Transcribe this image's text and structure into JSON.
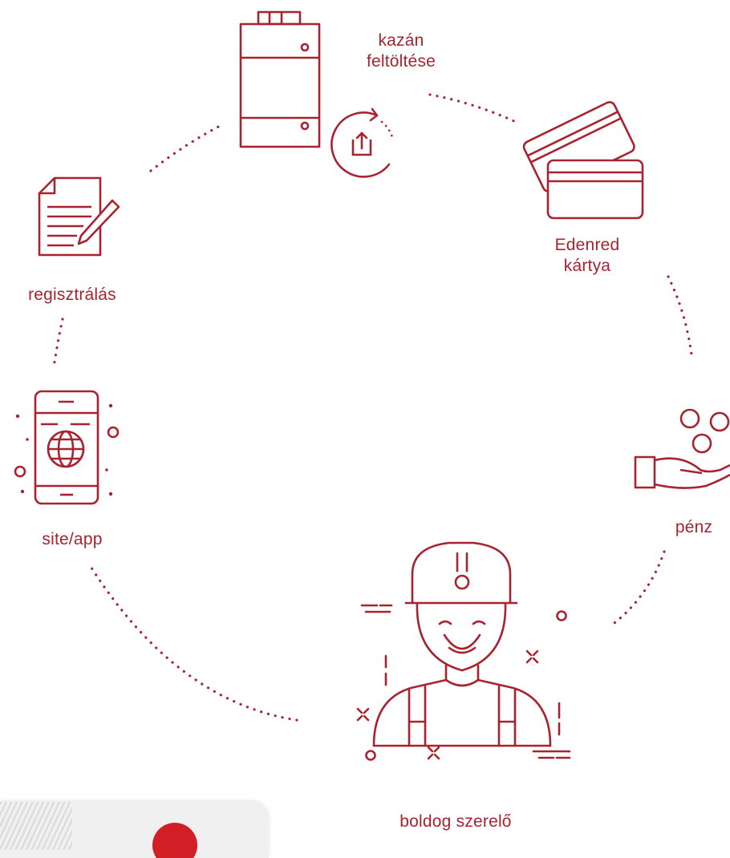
{
  "colors": {
    "accent": "#a8232f",
    "background": "#ffffff"
  },
  "steps": [
    {
      "id": "boiler",
      "label_lines": [
        "kazán",
        "feltöltése"
      ],
      "icon": "boiler-icon"
    },
    {
      "id": "card",
      "label_lines": [
        "Edenred",
        "kártya"
      ],
      "icon": "credit-cards-icon"
    },
    {
      "id": "money",
      "label_lines": [
        "pénz"
      ],
      "icon": "coins-hand-icon"
    },
    {
      "id": "installer",
      "label_lines": [
        "boldog szerelő"
      ],
      "icon": "happy-worker-icon"
    },
    {
      "id": "app",
      "label_lines": [
        "site/app"
      ],
      "icon": "smartphone-globe-icon"
    },
    {
      "id": "register",
      "label_lines": [
        "regisztrálás"
      ],
      "icon": "document-pen-icon"
    }
  ]
}
